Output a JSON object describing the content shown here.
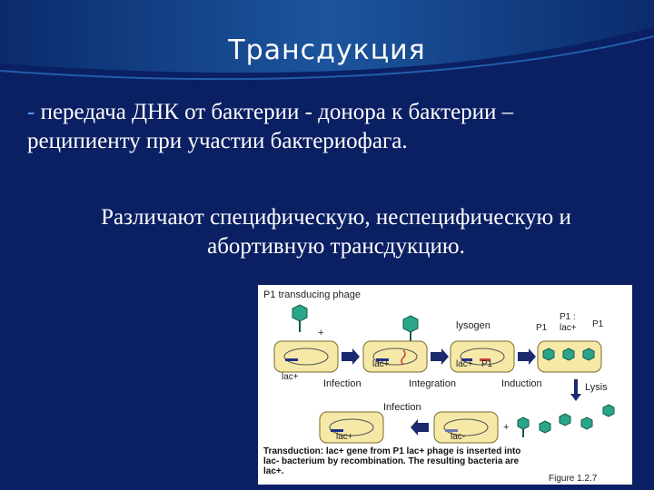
{
  "slide": {
    "title": "Трансдукция",
    "bullet": "-",
    "paragraph1": " передача ДНК от бактерии - донора к бактерии – реципиенту при участии бактериофага.",
    "paragraph2": "Различают специфическую, неспецифическую и абортивную трансдукцию."
  },
  "figure": {
    "heading": "P1 transducing phage",
    "plus1": "+",
    "plus2": "+",
    "lysogen": "lysogen",
    "p1_label_a": "P1",
    "p1_lac_label": "P1 :",
    "p1_lac_label2": "lac+",
    "p1_label_b": "P1",
    "cell1_gene": "lac+",
    "cell2_gene": "lac+",
    "cell3_gene": "lac+",
    "cell3_p1": "P1",
    "step_infection": "Infection",
    "step_integration": "Integration",
    "step_induction": "Induction",
    "step_lysis": "Lysis",
    "step_infection2": "Infection",
    "cell4_gene": "lac+",
    "cell5_gene": "lac-",
    "caption": "Transduction: lac+ gene from P1 lac+ phage is inserted into lac- bacterium by recombination. The resulting bacteria are lac+.",
    "figure_number": "Figure 1.2.7"
  },
  "colors": {
    "background": "#0b1f63",
    "cell_fill": "#f6e9a8",
    "phage_fill": "#2aa58a",
    "arrow": "#1a2a6c",
    "gene_bar": "#1e2f8a"
  }
}
